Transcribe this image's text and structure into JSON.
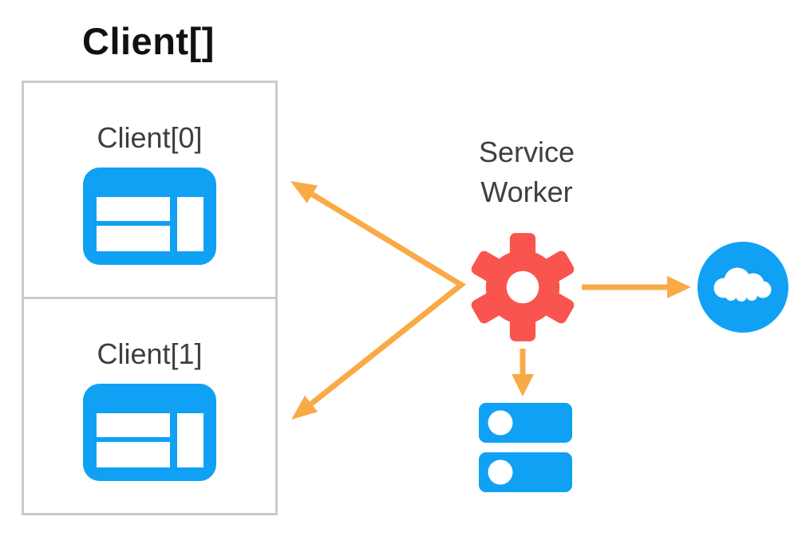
{
  "diagram": {
    "title": "Client[]",
    "clients": [
      {
        "label": "Client[0]",
        "icon": "browser-window-icon"
      },
      {
        "label": "Client[1]",
        "icon": "browser-window-icon"
      }
    ],
    "service_worker": {
      "label": "Service Worker",
      "icon": "gear-icon"
    },
    "network": {
      "icon": "cloud-icon"
    },
    "storage": {
      "icon": "database-icon"
    },
    "arrows": [
      {
        "name": "service-worker-to-client-0",
        "direction": "upper-left"
      },
      {
        "name": "service-worker-to-client-1",
        "direction": "lower-left"
      },
      {
        "name": "service-worker-to-network",
        "direction": "right"
      },
      {
        "name": "service-worker-to-storage",
        "direction": "down"
      }
    ]
  },
  "colors": {
    "blue": "#10A1F5",
    "red": "#FA544F",
    "orange": "#F9AA47",
    "border": "#CBCBCB",
    "text_dark": "#3C4043",
    "title_text": "#111111",
    "background": "#FFFFFF"
  }
}
